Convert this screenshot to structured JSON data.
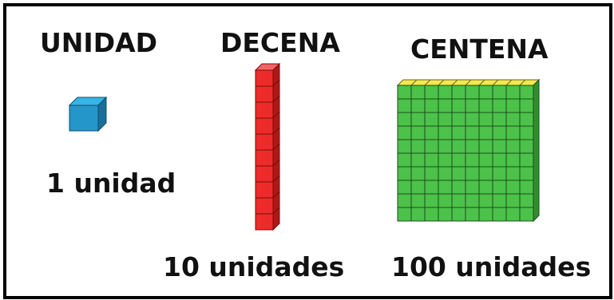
{
  "headings": {
    "unit": "UNIDAD",
    "ten": "DECENA",
    "hundred": "CENTENA"
  },
  "captions": {
    "unit": "1 unidad",
    "ten": "10 unidades",
    "hundred": "100 unidades"
  },
  "blocks": {
    "unit": {
      "units": 1,
      "rows": 1,
      "cols": 1,
      "color": "#2596c9",
      "top_color": "#36b5e6",
      "side_color": "#1b6f96"
    },
    "ten": {
      "units": 10,
      "rows": 10,
      "cols": 1,
      "color": "#ee2b2b",
      "top_color": "#f26464",
      "side_color": "#b01818"
    },
    "hundred": {
      "units": 100,
      "rows": 10,
      "cols": 10,
      "color": "#4cc24a",
      "top_color": "#f2ea4a",
      "side_color": "#2f8f2d"
    }
  }
}
